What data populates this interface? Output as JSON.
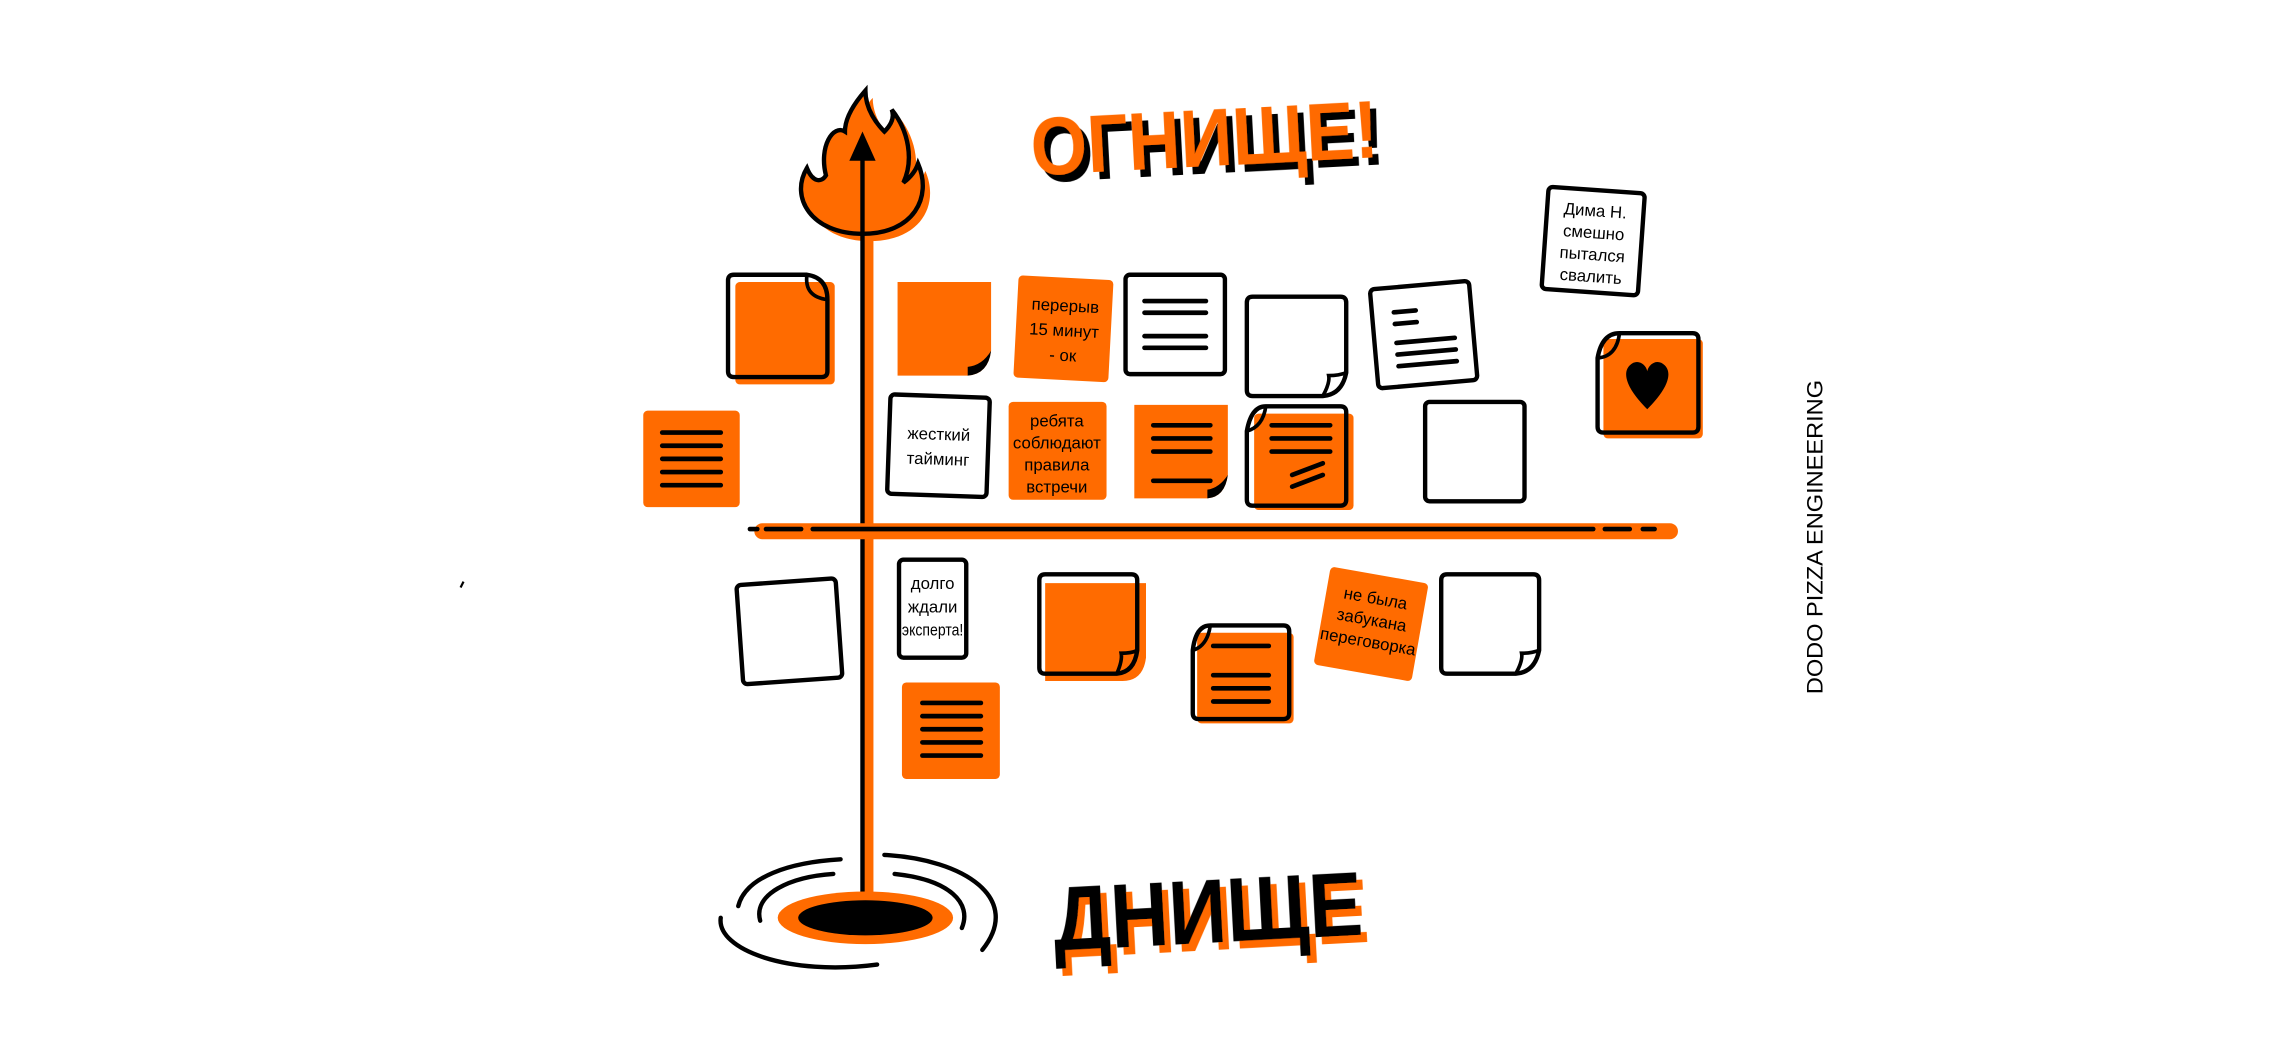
{
  "title_top": "ОГНИЩЕ!",
  "title_bottom": "ДНИЩЕ",
  "brand": "DODO PIZZA ENGINEERING",
  "colors": {
    "accent": "#ff6b00",
    "ink": "#000000",
    "background": "#ffffff"
  },
  "icons": {
    "top": "flame-icon",
    "bottom": "hole-icon",
    "note": "heart-icon"
  },
  "notes_above": [
    {
      "lines": [
        "перерыв",
        "15 минут",
        "- ок"
      ]
    },
    {
      "lines": [
        "Дима Н.",
        "смешно",
        "пытался",
        "свалить"
      ]
    },
    {
      "lines": [
        "жесткий",
        "тайминг"
      ]
    },
    {
      "lines": [
        "ребята",
        "соблюдают",
        "правила",
        "встречи"
      ]
    }
  ],
  "notes_below": [
    {
      "lines": [
        "долго",
        "ждали",
        "эксперта!"
      ]
    },
    {
      "lines": [
        "не была",
        "забукана",
        "переговорка"
      ]
    }
  ]
}
